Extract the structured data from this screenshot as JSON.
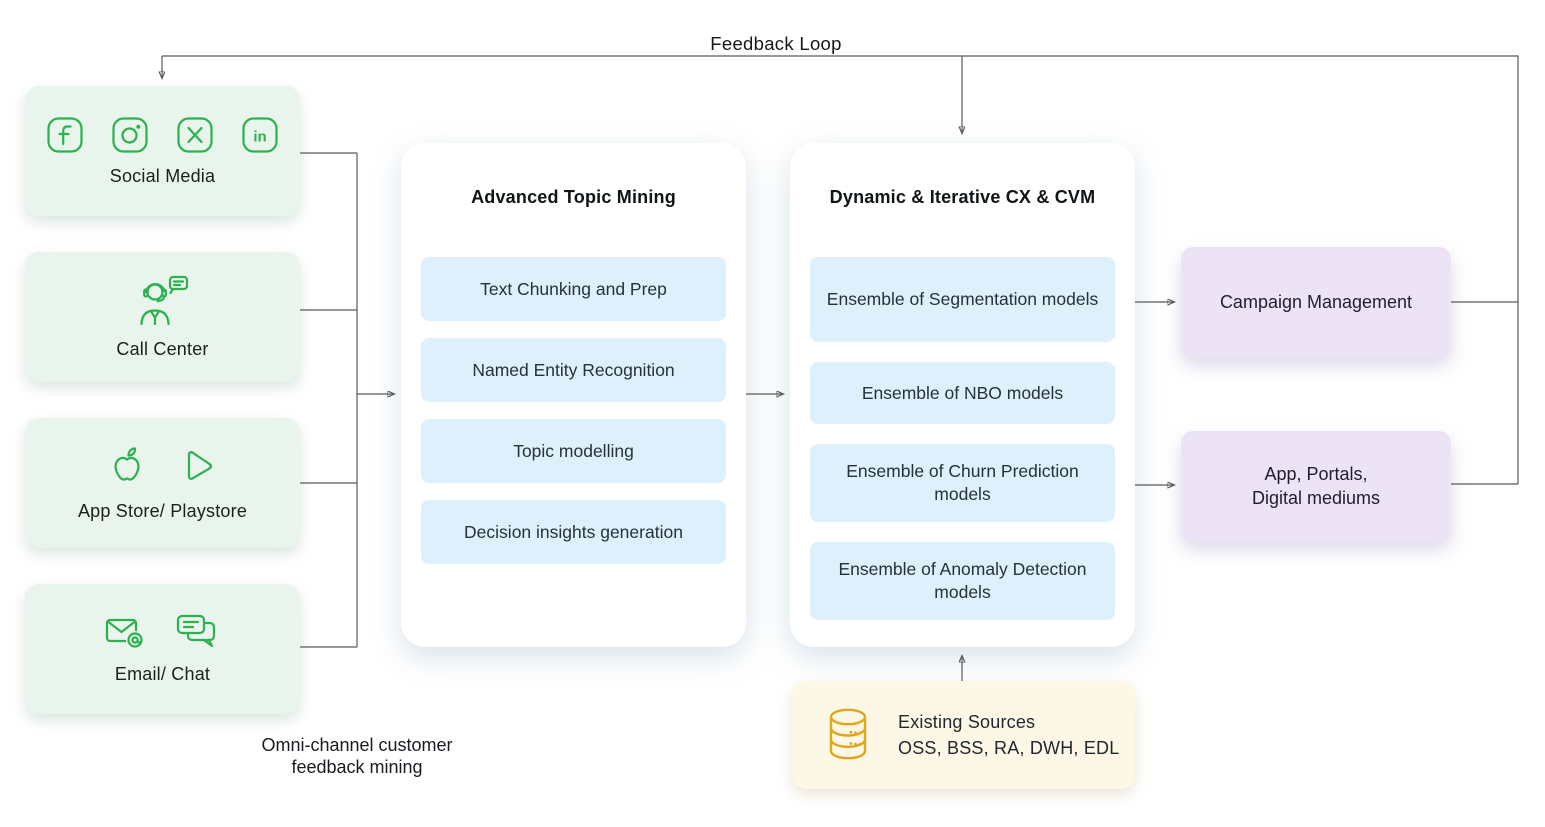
{
  "feedback_loop": {
    "label": "Feedback Loop"
  },
  "channels": {
    "social_media": {
      "label": "Social Media",
      "icons": [
        "facebook-icon",
        "instagram-icon",
        "x-twitter-icon",
        "linkedin-icon"
      ]
    },
    "call_center": {
      "label": "Call Center",
      "icons": [
        "support-agent-icon"
      ]
    },
    "app_stores": {
      "label": "App Store/ Playstore",
      "icons": [
        "apple-icon",
        "google-play-icon"
      ]
    },
    "email_chat": {
      "label": "Email/ Chat",
      "icons": [
        "email-at-icon",
        "chat-bubbles-icon"
      ]
    },
    "caption_line1": "Omni-channel customer",
    "caption_line2": "feedback mining"
  },
  "topic_mining": {
    "title": "Advanced Topic Mining",
    "items": [
      "Text Chunking and Prep",
      "Named Entity Recognition",
      "Topic modelling",
      "Decision insights generation"
    ]
  },
  "cx_cvm": {
    "title": "Dynamic & Iterative CX & CVM",
    "items": [
      "Ensemble of Segmentation models",
      "Ensemble of NBO models",
      "Ensemble of Churn Prediction models",
      "Ensemble of Anomaly Detection models"
    ]
  },
  "outputs": {
    "campaign_management": {
      "label": "Campaign Management"
    },
    "app_portals": {
      "line1": "App, Portals,",
      "line2": "Digital mediums"
    }
  },
  "existing_sources": {
    "icon": "database-icon",
    "title": "Existing Sources",
    "systems": "OSS, BSS, RA, DWH, EDL"
  },
  "colors": {
    "channel_bg": "#e9f4ec",
    "channel_icon_green": "#2bb14e",
    "panel_bg": "#ffffff",
    "item_blue_bg": "#ddf0fb",
    "output_purple_bg": "#ece4f6",
    "sources_yellow_bg": "#fdf8e6",
    "sources_icon_gold": "#dfa61e",
    "connector_line": "#5a5a5a",
    "text_dark": "#1d2329"
  }
}
